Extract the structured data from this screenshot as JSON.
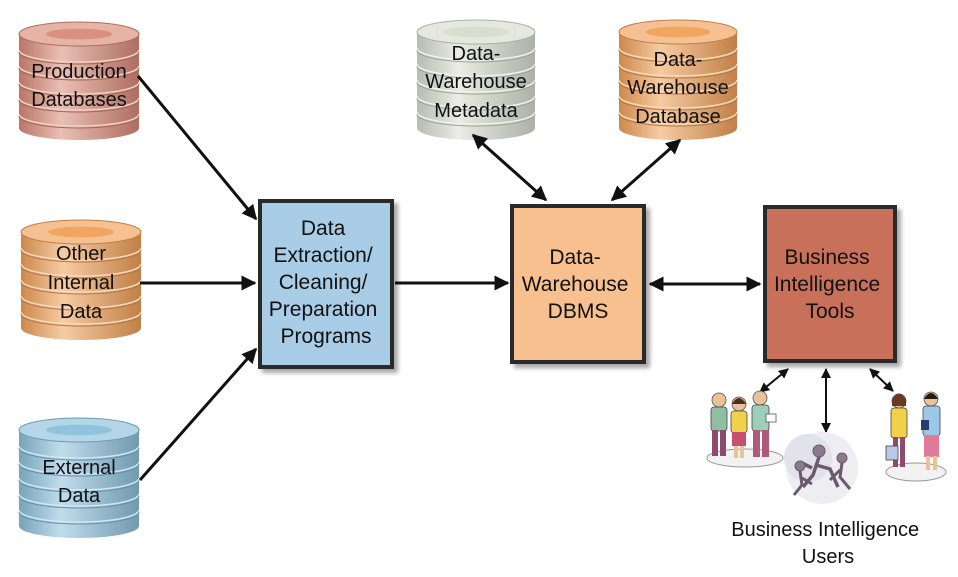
{
  "sources": {
    "production": {
      "lines": [
        "Production",
        "Databases"
      ],
      "color": "#d98a78"
    },
    "internal": {
      "lines": [
        "Other",
        "Internal",
        "Data"
      ],
      "color": "#f0a058"
    },
    "external": {
      "lines": [
        "External",
        "Data"
      ],
      "color": "#8cc0dc"
    }
  },
  "stores": {
    "metadata": {
      "lines": [
        "Data-",
        "Warehouse",
        "Metadata"
      ],
      "color": "#d8dccf"
    },
    "database": {
      "lines": [
        "Data-",
        "Warehouse",
        "Database"
      ],
      "color": "#f0a058"
    }
  },
  "boxes": {
    "etl": {
      "lines": [
        "Data",
        "Extraction/",
        "Cleaning/",
        "Preparation",
        "Programs"
      ],
      "color": "#a9cde6"
    },
    "dbms": {
      "lines": [
        "Data-",
        "Warehouse",
        "DBMS"
      ],
      "color": "#f7c08e"
    },
    "bi": {
      "lines": [
        "Business",
        "Intelligence",
        "Tools"
      ],
      "color": "#c8705a"
    }
  },
  "users": {
    "lines": [
      "Business Intelligence",
      "Users"
    ]
  }
}
